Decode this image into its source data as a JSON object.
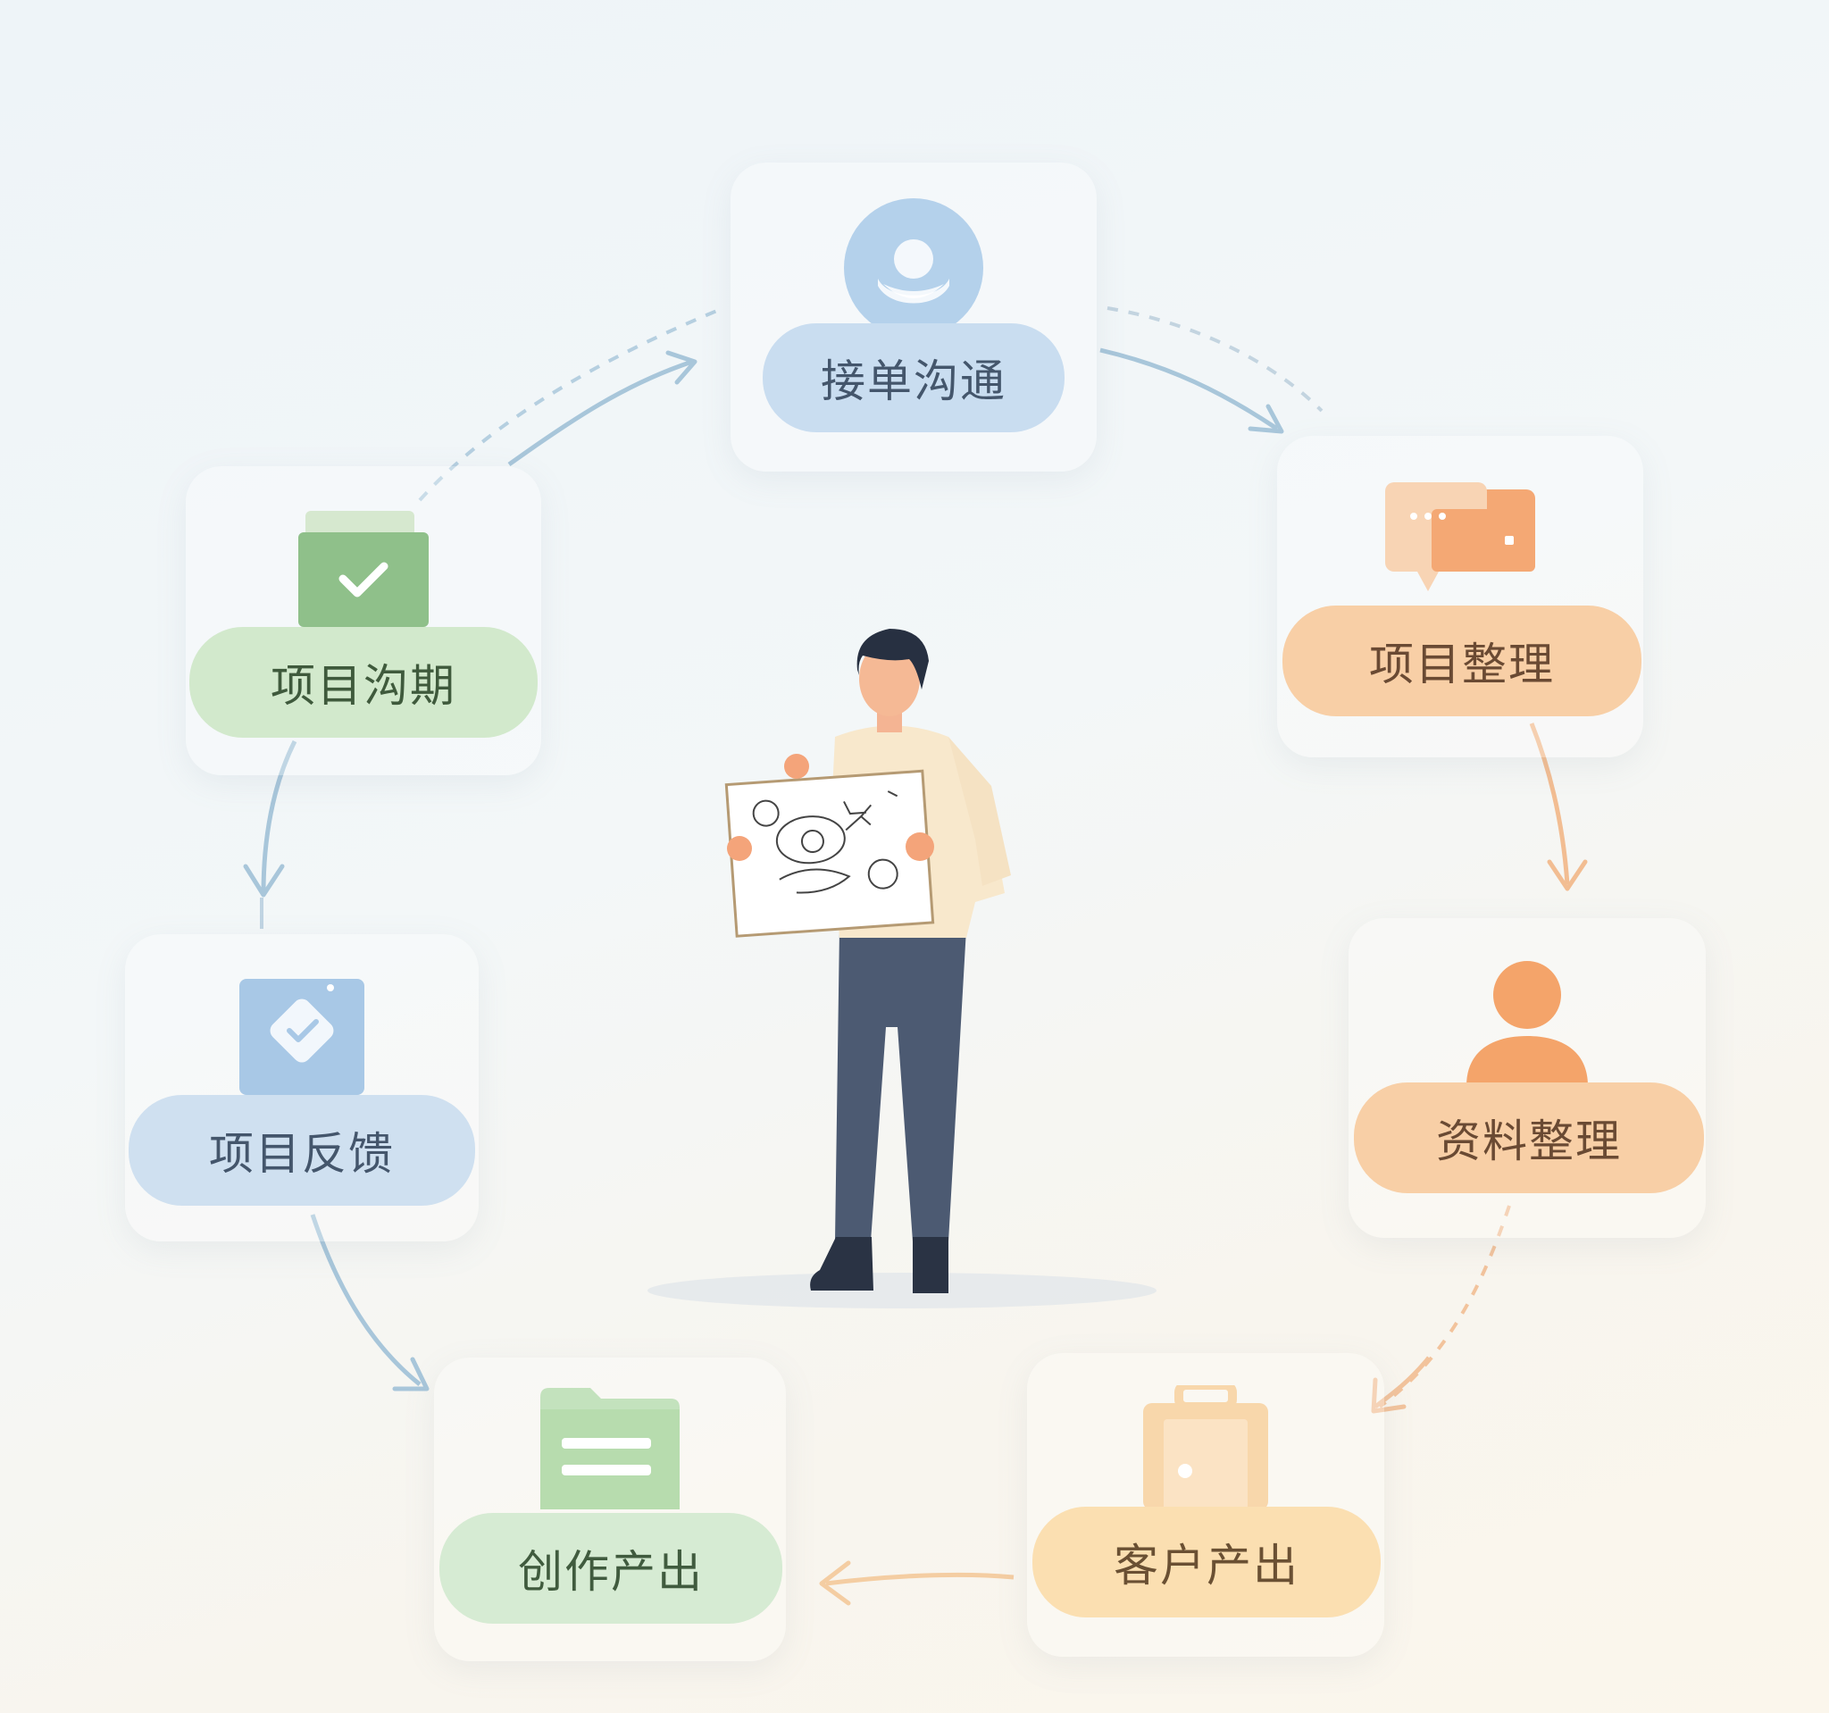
{
  "nodes": {
    "n1": {
      "label": "接单沟通"
    },
    "n2": {
      "label": "项目整理"
    },
    "n3": {
      "label": "资料整理"
    },
    "n4": {
      "label": "客户产出"
    },
    "n5": {
      "label": "创作产出"
    },
    "n6": {
      "label": "项目反馈"
    },
    "n7": {
      "label": "项目沟期"
    }
  },
  "colors": {
    "blue": "#8fb8dc",
    "green": "#7fb57a",
    "orange": "#f4a46a",
    "amber": "#f5c98a",
    "arrow_blue": "#9ec0d6",
    "arrow_orange": "#f2b98a"
  },
  "icons": {
    "n1": "user-circle-icon",
    "n2": "chat-bubbles-icon",
    "n3": "person-icon",
    "n4": "luggage-icon",
    "n5": "folder-icon",
    "n6": "checked-diamond-card-icon",
    "n7": "check-folder-icon"
  }
}
